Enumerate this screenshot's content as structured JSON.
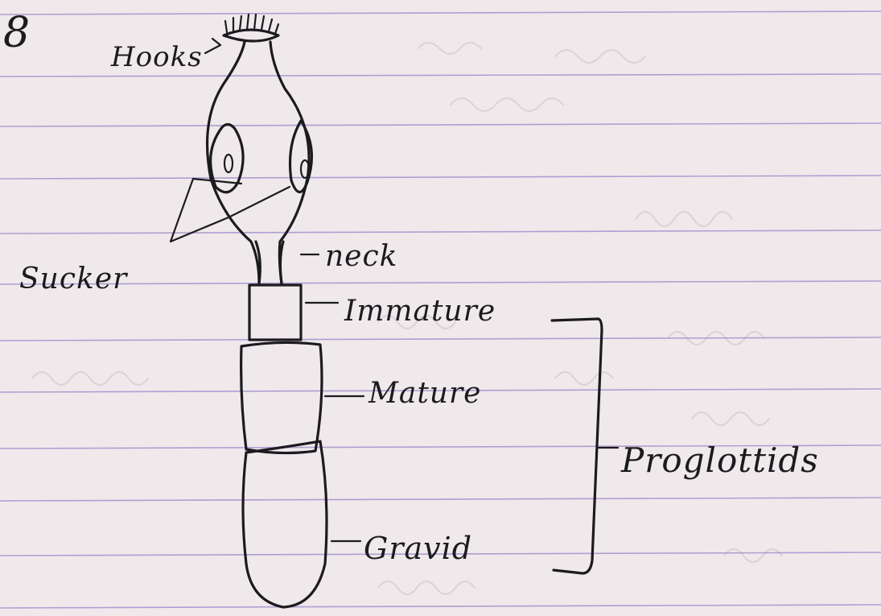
{
  "diagram": {
    "corner_mark": "8",
    "labels": {
      "hooks": "Hooks",
      "sucker": "Sucker",
      "neck": "neck",
      "immature": "Immature",
      "mature": "Mature",
      "gravid": "Gravid",
      "proglottids": "Proglottids"
    },
    "colors": {
      "paper": "#efe9ec",
      "ink": "#1b1b1f",
      "ruled_lines": "#9b86c9"
    }
  }
}
